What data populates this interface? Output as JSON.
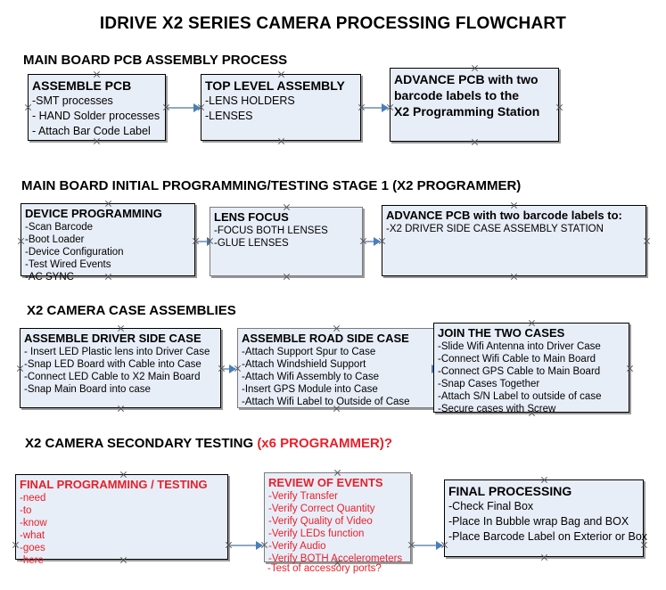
{
  "document": {
    "title": "IDRIVE X2  SERIES CAMERA PROCESSING FLOWCHART"
  },
  "colors": {
    "box_fill": "#e8eef8",
    "box_border": "#000000",
    "connector": "#8fa9c4",
    "arrow": "#4a7ebb",
    "red_text": "#e8202a",
    "shadow": "#9a9a9a"
  },
  "sections": [
    {
      "id": "main-board-pcb-assembly-process",
      "heading": "MAIN BOARD PCB ASSEMBLY PROCESS",
      "heading_suffix": "",
      "boxes": [
        {
          "id": "assemble-pcb",
          "title": "ASSEMBLE PCB",
          "lines": [
            "-SMT processes",
            "- HAND Solder processes",
            "- Attach Bar Code Label"
          ]
        },
        {
          "id": "top-level-assembly",
          "title": "TOP LEVEL ASSEMBLY",
          "lines": [
            "-LENS HOLDERS",
            "-LENSES"
          ]
        },
        {
          "id": "advance-pcb-programming-station",
          "title": "ADVANCE PCB with two",
          "lines": [
            "barcode labels to the",
            " X2 Programming Station"
          ]
        }
      ]
    },
    {
      "id": "main-board-initial-programming",
      "heading": "MAIN BOARD INITIAL PROGRAMMING/TESTING STAGE 1 (X2 PROGRAMMER)",
      "heading_suffix": "",
      "boxes": [
        {
          "id": "device-programming",
          "title": "DEVICE PROGRAMMING",
          "lines": [
            "-Scan Barcode",
            "-Boot Loader",
            "-Device Configuration",
            "-Test Wired Events",
            "-AC SYNC"
          ]
        },
        {
          "id": "lens-focus",
          "title": "LENS FOCUS",
          "lines": [
            "-FOCUS BOTH LENSES",
            "-GLUE LENSES"
          ]
        },
        {
          "id": "advance-pcb-driver-side-case",
          "title": "ADVANCE PCB with two barcode labels to:",
          "lines": [
            "-X2 DRIVER  SIDE  CASE  ASSEMBLY STATION"
          ]
        }
      ]
    },
    {
      "id": "x2-camera-case-assemblies",
      "heading": "X2 CAMERA CASE ASSEMBLIES",
      "heading_suffix": "",
      "boxes": [
        {
          "id": "assemble-driver-side-case",
          "title": "ASSEMBLE DRIVER SIDE CASE",
          "lines": [
            "- Insert LED Plastic lens into Driver Case",
            "-Snap LED Board with Cable into Case",
            "-Connect LED Cable to X2 Main Board",
            "-Snap Main Board into case"
          ]
        },
        {
          "id": "assemble-road-side-case",
          "title": "ASSEMBLE ROAD SIDE CASE",
          "lines": [
            "-Attach Support Spur to Case",
            "-Attach Windshield Support",
            "-Attach Wifi Assembly to Case",
            "-Insert GPS Module into Case",
            "-Attach Wifi Label to Outside of Case"
          ]
        },
        {
          "id": "join-the-two-cases",
          "title": "JOIN THE TWO CASES",
          "lines": [
            "-Slide Wifi Antenna into Driver Case",
            "-Connect Wifi Cable to Main Board",
            "-Connect GPS Cable to Main Board",
            "-Snap Cases Together",
            "-Attach S/N Label to outside of case",
            "-Secure cases with Screw"
          ]
        }
      ]
    },
    {
      "id": "x2-camera-secondary-testing",
      "heading": "X2 CAMERA SECONDARY TESTING ",
      "heading_suffix": "(x6 PROGRAMMER)?",
      "boxes": [
        {
          "id": "final-programming-testing",
          "title": "FINAL PROGRAMMING / TESTING",
          "lines": [
            "-need",
            "-to",
            "-know",
            "-what",
            "-goes",
            "-here"
          ]
        },
        {
          "id": "review-of-events",
          "title": "REVIEW OF EVENTS",
          "lines": [
            "-Verify Transfer",
            "-Verify Correct Quantity",
            "-Verify Quality of Video",
            "-Verify LEDs function",
            "-Verify Audio",
            "-Verify BOTH Accelerometers"
          ],
          "overflow_line": "-Test of accessory ports?"
        },
        {
          "id": "final-processing",
          "title": "FINAL PROCESSING",
          "lines": [
            " -Check Final Box",
            "-Place In Bubble wrap Bag and BOX",
            "-Place Barcode Label on Exterior or Box"
          ]
        }
      ]
    }
  ]
}
